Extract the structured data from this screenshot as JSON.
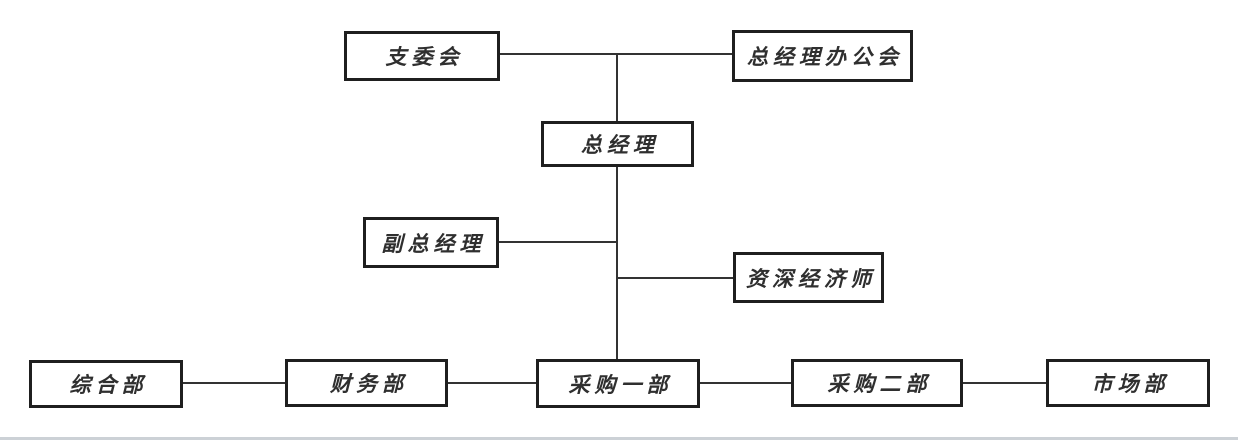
{
  "org_chart": {
    "nodes": [
      {
        "id": "zhiweihui",
        "label": "支委会"
      },
      {
        "id": "zongjingli-bangonghui",
        "label": "总经理办公会"
      },
      {
        "id": "zongjingli",
        "label": "总经理"
      },
      {
        "id": "fu-zongjingli",
        "label": "副总经理"
      },
      {
        "id": "zishen-jingjishi",
        "label": "资深经济师"
      },
      {
        "id": "zonghebu",
        "label": "综合部"
      },
      {
        "id": "caiwubu",
        "label": "财务部"
      },
      {
        "id": "caigou-yibu",
        "label": "采购一部"
      },
      {
        "id": "caigou-erbu",
        "label": "采购二部"
      },
      {
        "id": "shichangbu",
        "label": "市场部"
      }
    ],
    "edges": [
      {
        "from": "支委会",
        "to": "总经理"
      },
      {
        "from": "总经理办公会",
        "to": "总经理"
      },
      {
        "from": "总经理",
        "to": "副总经理"
      },
      {
        "from": "总经理",
        "to": "资深经济师"
      },
      {
        "from": "总经理",
        "to": "采购一部"
      },
      {
        "from": "综合部",
        "to": "财务部"
      },
      {
        "from": "财务部",
        "to": "采购一部"
      },
      {
        "from": "采购一部",
        "to": "采购二部"
      },
      {
        "from": "采购二部",
        "to": "市场部"
      }
    ]
  },
  "colors": {
    "background": "#ffffff",
    "box_border": "#1f1f1f",
    "connector": "#333333",
    "text": "#2f2f2f",
    "footer_bar": "#ccd1d6"
  }
}
